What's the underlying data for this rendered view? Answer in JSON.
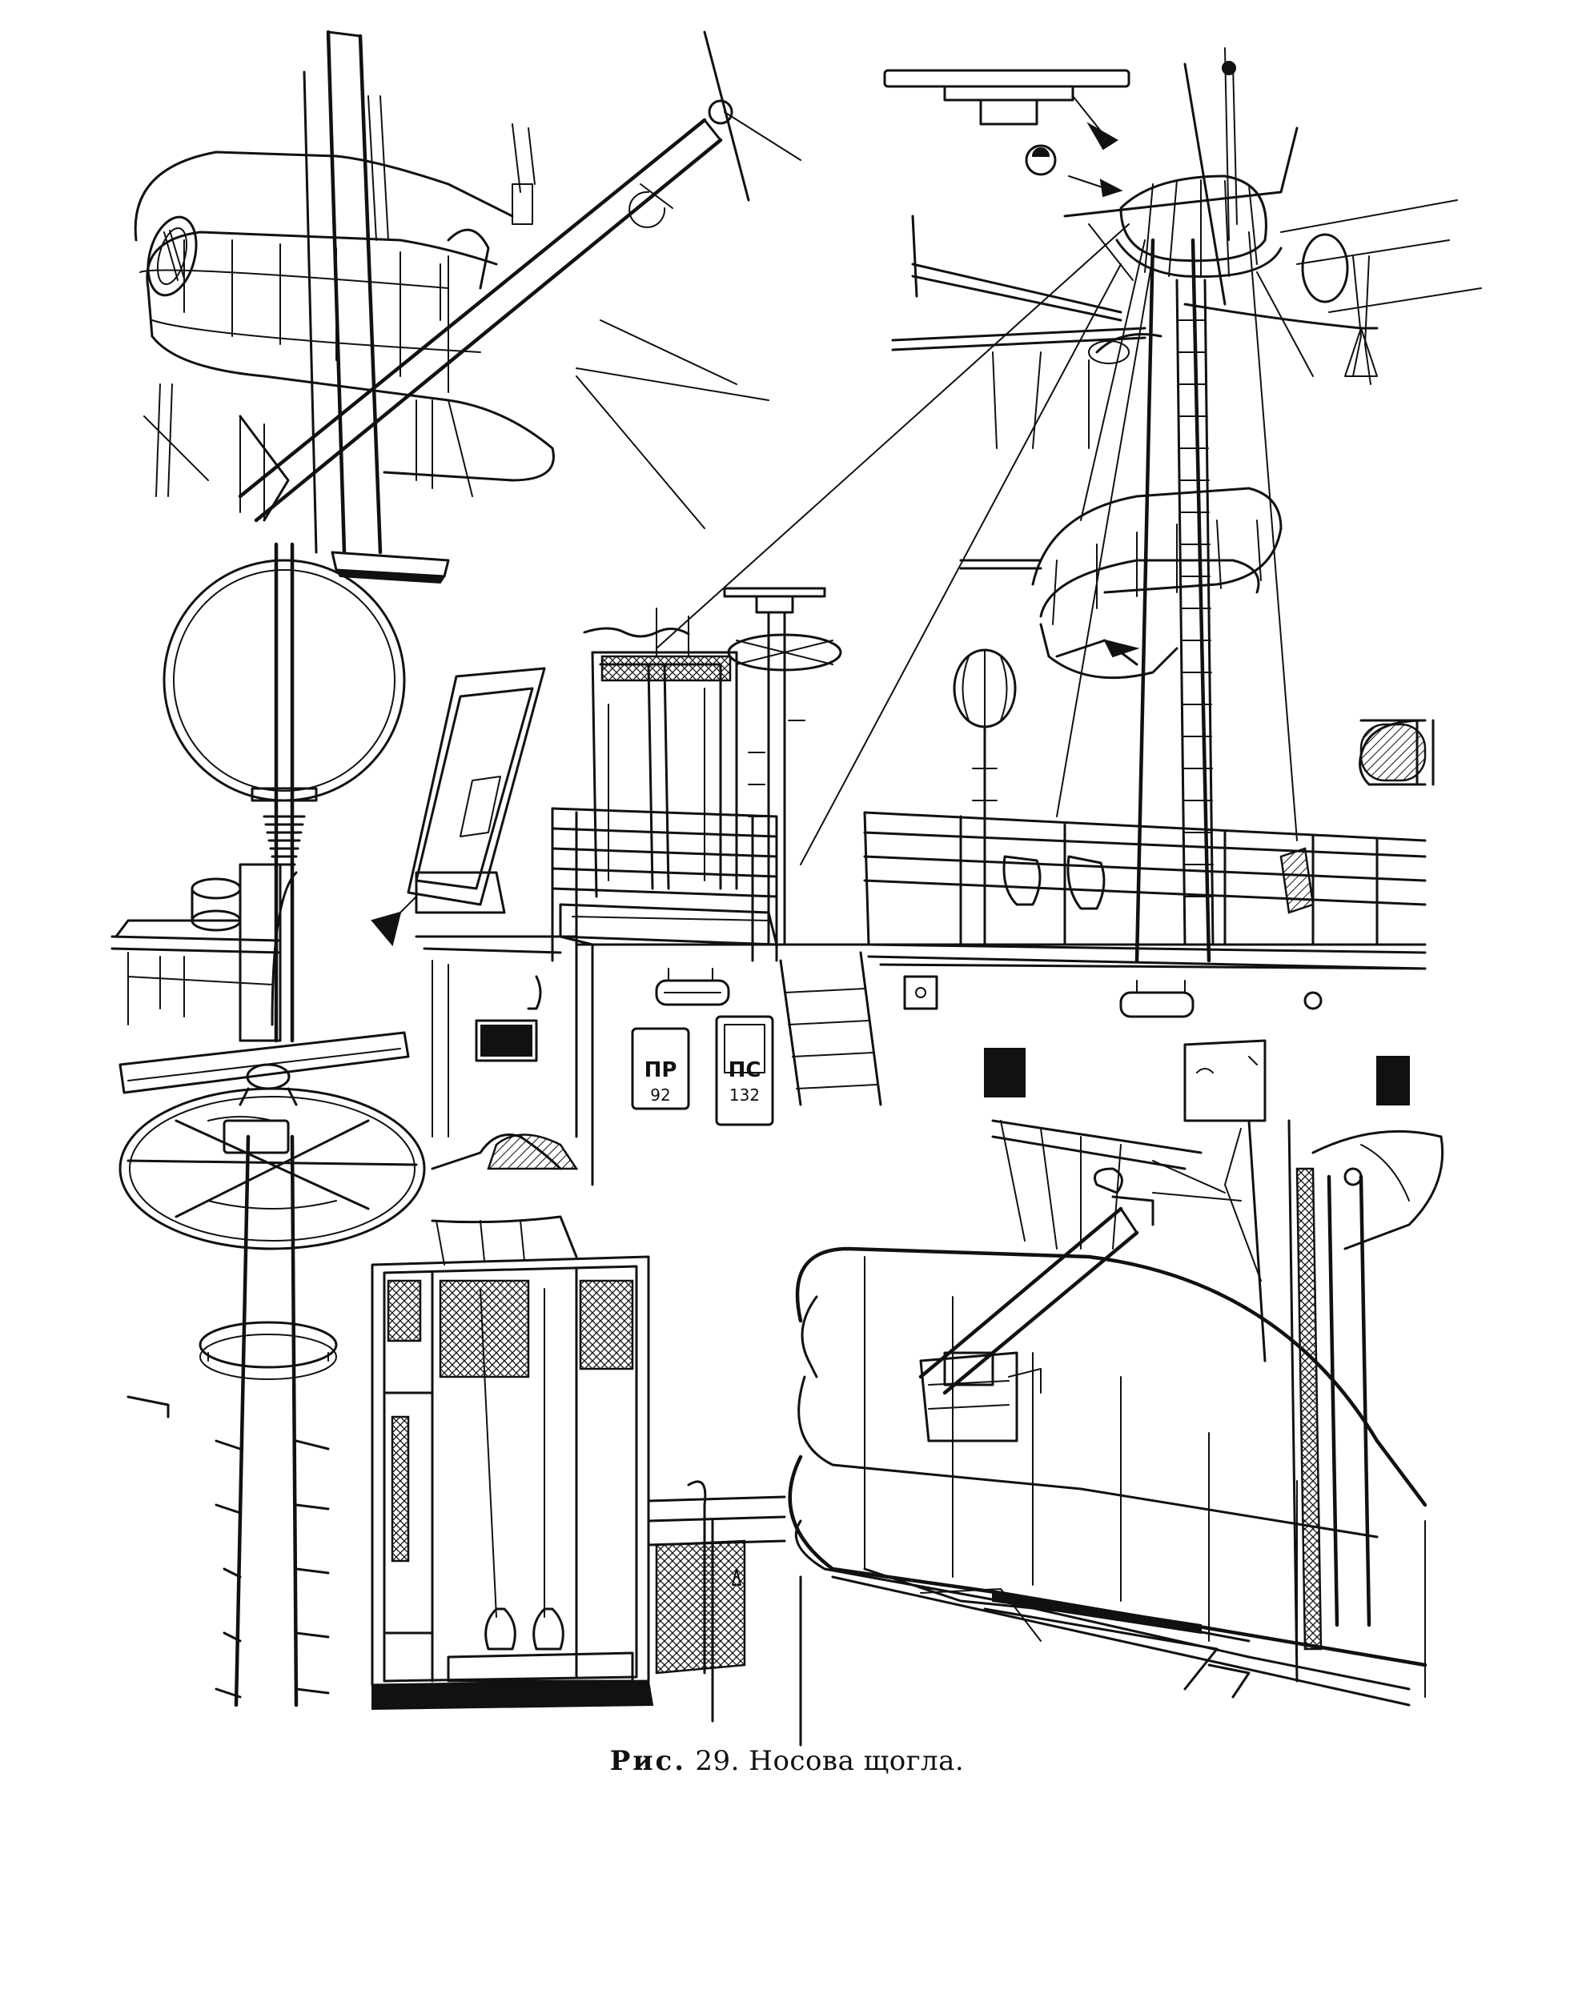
{
  "figure": {
    "caption_prefix": "Рис.",
    "caption_number": "29.",
    "caption_text": "Носова щогла."
  },
  "plates": {
    "left_top": "ПР",
    "left_bottom": "92",
    "right_top": "ПС",
    "right_bottom": "132"
  }
}
